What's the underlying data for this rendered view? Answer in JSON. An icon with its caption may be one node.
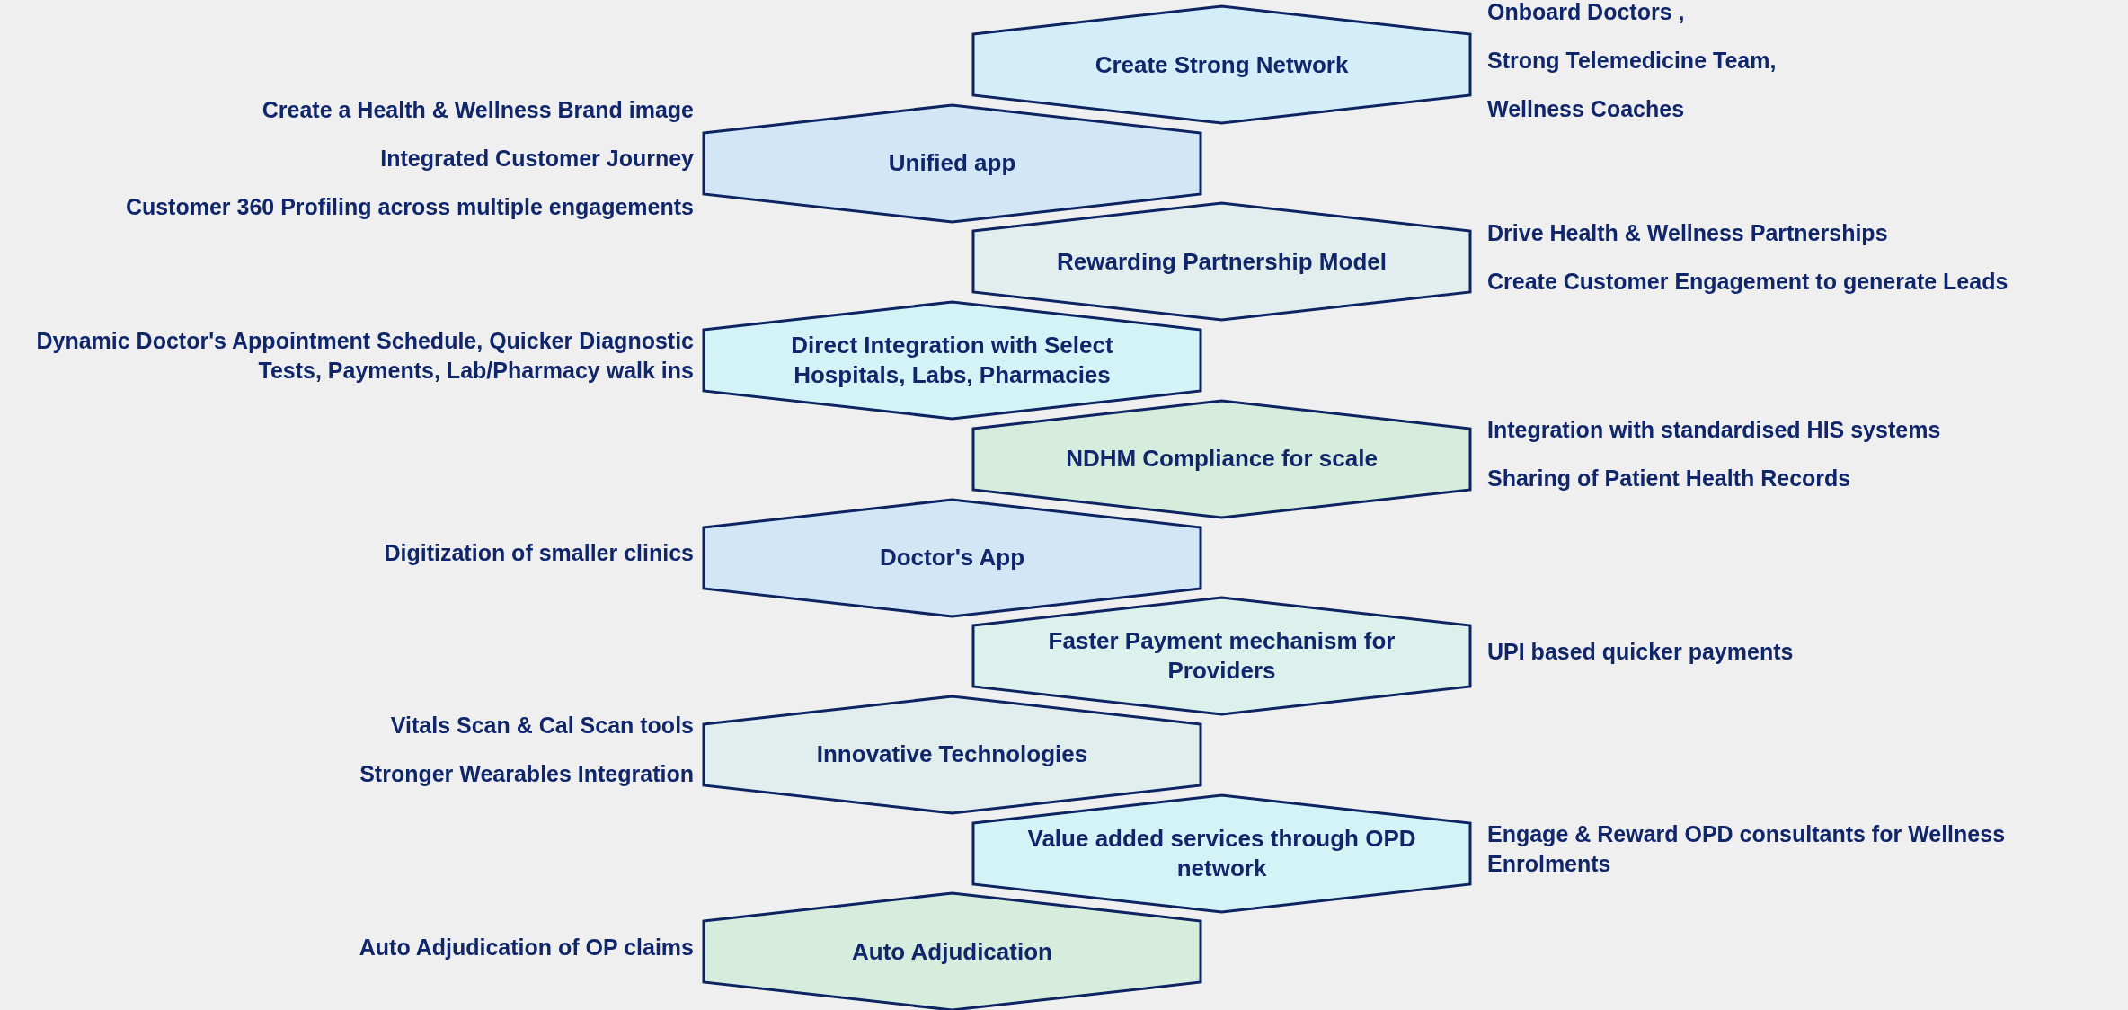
{
  "diagram": {
    "nodes": [
      {
        "text": [
          "Create Strong Network"
        ],
        "beside": [
          "Onboard Doctors ,",
          "Strong Telemedicine Team,",
          "Wellness Coaches"
        ]
      },
      {
        "text": [
          "Unified app"
        ],
        "beside": [
          "Create a Health & Wellness Brand image",
          "Integrated Customer Journey",
          "Customer 360 Profiling across multiple engagements"
        ]
      },
      {
        "text": [
          "Rewarding Partnership Model"
        ],
        "beside": [
          "Drive Health & Wellness Partnerships",
          "Create Customer Engagement to generate Leads"
        ]
      },
      {
        "text": [
          "Direct Integration with Select Hospitals, Labs, Pharmacies"
        ],
        "beside": [
          "Dynamic Doctor's Appointment Schedule, Quicker Diagnostic Tests, Payments, Lab/Pharmacy walk ins"
        ]
      },
      {
        "text": [
          "NDHM Compliance for scale"
        ],
        "beside": [
          "Integration with standardised HIS systems",
          "Sharing of Patient Health Records"
        ]
      },
      {
        "text": [
          "Doctor's App"
        ],
        "beside": [
          "Digitization of smaller clinics"
        ]
      },
      {
        "text": [
          "Faster Payment mechanism for Providers"
        ],
        "beside": [
          "UPI based quicker payments"
        ]
      },
      {
        "text": [
          "Innovative Technologies"
        ],
        "beside": [
          "Vitals Scan & Cal Scan tools",
          "Stronger Wearables Integration"
        ]
      },
      {
        "text": [
          "Value added services through OPD network"
        ],
        "beside": [
          "Engage & Reward OPD consultants for Wellness Enrolments"
        ]
      },
      {
        "text": [
          "Auto Adjudication"
        ],
        "beside": [
          "Auto Adjudication of OP claims"
        ]
      }
    ]
  }
}
